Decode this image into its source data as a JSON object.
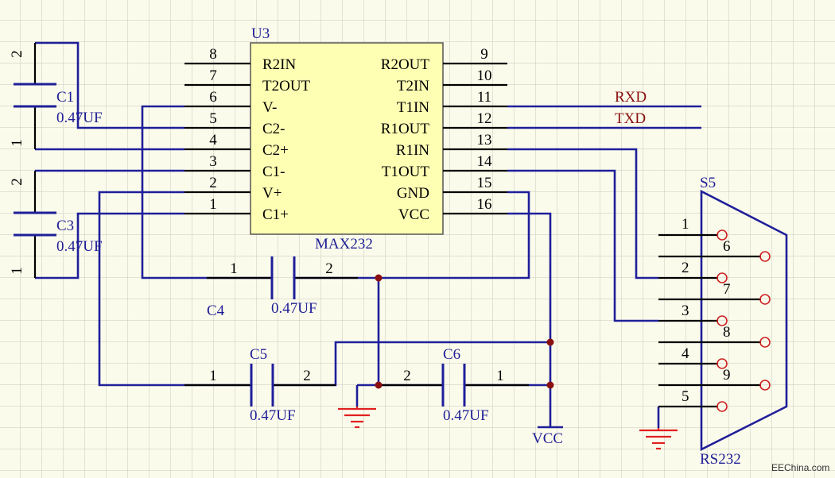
{
  "ic": {
    "ref": "U3",
    "part": "MAX232",
    "left_pins": [
      {
        "num": "8",
        "name": "R2IN"
      },
      {
        "num": "7",
        "name": "T2OUT"
      },
      {
        "num": "6",
        "name": "V-"
      },
      {
        "num": "5",
        "name": "C2-"
      },
      {
        "num": "4",
        "name": "C2+"
      },
      {
        "num": "3",
        "name": "C1-"
      },
      {
        "num": "2",
        "name": "V+"
      },
      {
        "num": "1",
        "name": "C1+"
      }
    ],
    "right_pins": [
      {
        "num": "9",
        "name": "R2OUT"
      },
      {
        "num": "10",
        "name": "T2IN"
      },
      {
        "num": "11",
        "name": "T1IN"
      },
      {
        "num": "12",
        "name": "R1OUT"
      },
      {
        "num": "13",
        "name": "R1IN"
      },
      {
        "num": "14",
        "name": "T1OUT"
      },
      {
        "num": "15",
        "name": "GND"
      },
      {
        "num": "16",
        "name": "VCC"
      }
    ]
  },
  "nets": {
    "rxd": "RXD",
    "txd": "TXD",
    "vcc": "VCC"
  },
  "capacitors": {
    "c1": {
      "ref": "C1",
      "value": "0.47UF",
      "pin_top": "2",
      "pin_bottom": "1"
    },
    "c3": {
      "ref": "C3",
      "value": "0.47UF",
      "pin_top": "2",
      "pin_bottom": "1"
    },
    "c4": {
      "ref": "C4",
      "value": "0.47UF",
      "pin_left": "1",
      "pin_right": "2"
    },
    "c5": {
      "ref": "C5",
      "value": "0.47UF",
      "pin_left": "1",
      "pin_right": "2"
    },
    "c6": {
      "ref": "C6",
      "value": "0.47UF",
      "pin_left": "2",
      "pin_right": "1"
    }
  },
  "connector": {
    "ref": "S5",
    "name": "RS232",
    "pins": [
      "1",
      "6",
      "2",
      "7",
      "3",
      "8",
      "4",
      "9",
      "5"
    ]
  },
  "watermark": "EEChina.com"
}
